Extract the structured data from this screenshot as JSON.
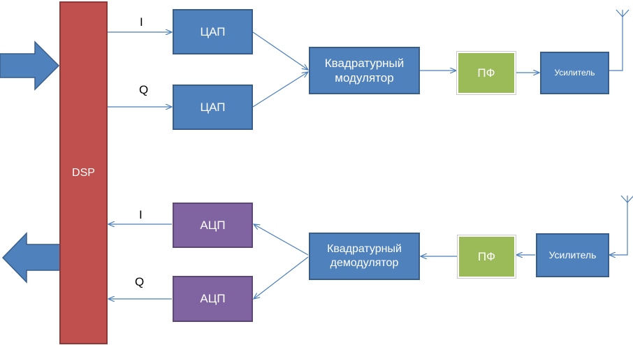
{
  "dsp": {
    "label": "DSP"
  },
  "tx": {
    "i_label": "I",
    "q_label": "Q",
    "dac_i": "ЦАП",
    "dac_q": "ЦАП",
    "modulator": "Квадратурный модулятор",
    "filter": "ПФ",
    "amplifier": "Усилитель"
  },
  "rx": {
    "i_label": "I",
    "q_label": "Q",
    "adc_i": "АЦП",
    "adc_q": "АЦП",
    "demodulator": "Квадратурный демодулятор",
    "filter": "ПФ",
    "amplifier": "Усилитель"
  },
  "colors": {
    "dsp": "#c0504d",
    "blocks": "#4f81bd",
    "adc": "#8064a2",
    "filter": "#9bbb59",
    "wires": "#4a7ebb"
  }
}
